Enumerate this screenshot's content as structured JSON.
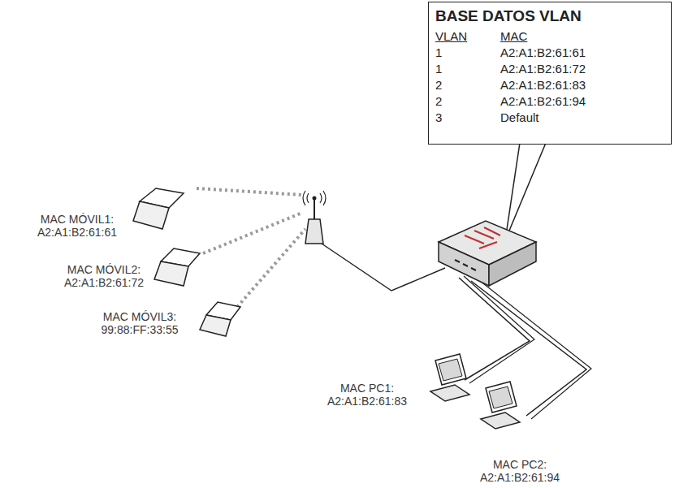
{
  "diagram": {
    "nodes": [
      {
        "text": [
          "BASE DATOS VLAN",
          "VLAN",
          "MAC",
          "1",
          "A2:A1:B2:61:61",
          "1",
          "A2:A1:B2:61:72",
          "2",
          "A2:A1:B2:61:83",
          "2",
          "A2:A1:B2:61:94",
          "3",
          "Default"
        ]
      }
    ],
    "labels": [
      "MAC MÓVIL1: A2:A1:B2:61:61",
      "MAC MÓVIL2: A2:A1:B2:61:72",
      "MAC MÓVIL3: 99:88:FF:33:55",
      "MAC PC1: A2:A1:B2:61:83",
      "MAC PC2: A2:A1:B2:61:94"
    ]
  }
}
